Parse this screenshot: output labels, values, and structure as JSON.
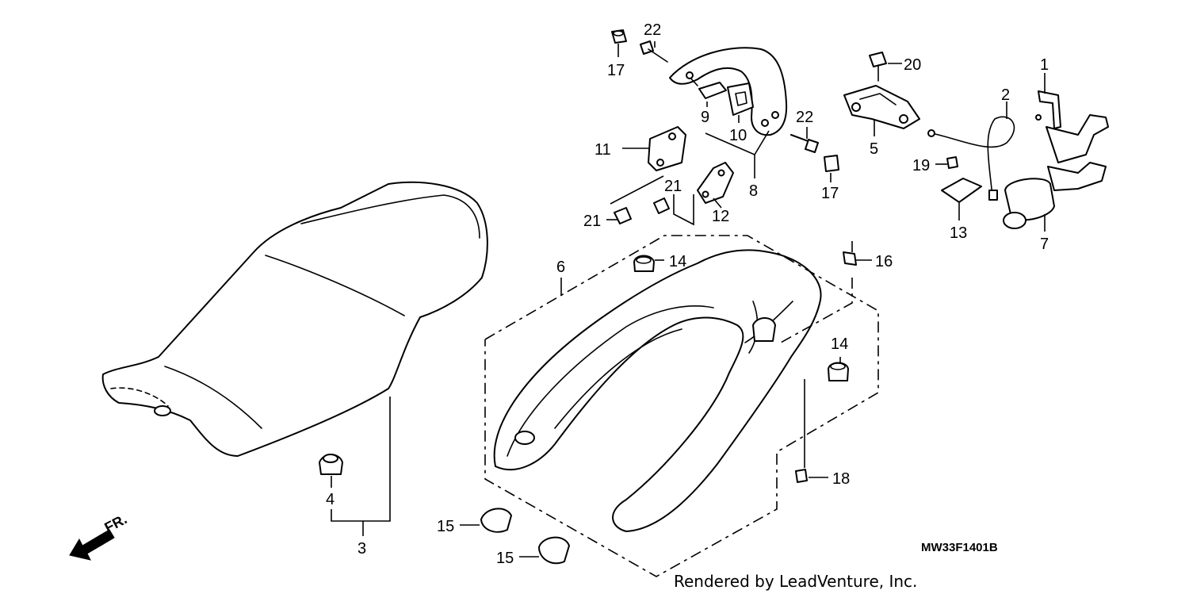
{
  "diagram": {
    "callouts": [
      "1",
      "2",
      "3",
      "4",
      "5",
      "6",
      "7",
      "8",
      "9",
      "10",
      "11",
      "12",
      "13",
      "14",
      "14",
      "15",
      "15",
      "16",
      "17",
      "17",
      "18",
      "19",
      "20",
      "21",
      "21",
      "22",
      "22"
    ],
    "direction_label": "FR.",
    "diagram_code": "MW33F1401B",
    "credit": "Rendered by LeadVenture, Inc."
  }
}
